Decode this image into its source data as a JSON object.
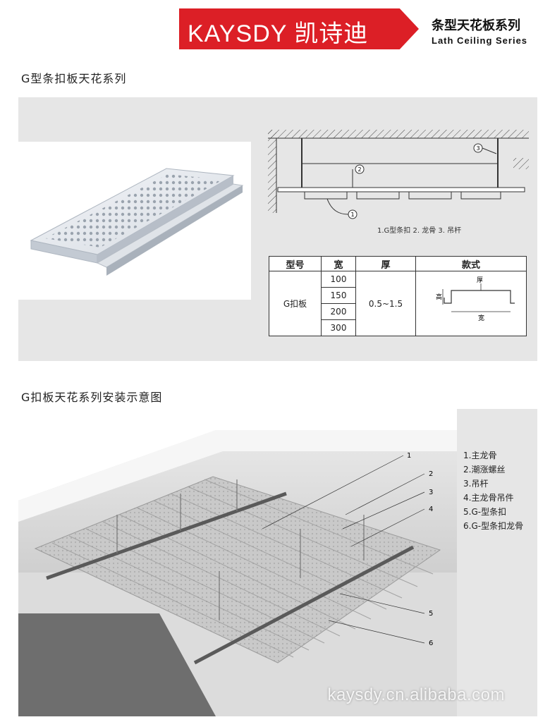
{
  "header": {
    "brand_name": "KAYSDY 凯诗迪",
    "series_cn": "条型天花板系列",
    "series_en": "Lath Ceiling Series",
    "brand_color": "#dc1f26"
  },
  "section1": {
    "title": "G型条扣板天花系列",
    "diagram": {
      "callouts": [
        "1",
        "2",
        "3"
      ],
      "legend": "1.G型条扣   2. 龙骨   3. 吊杆"
    },
    "spec_table": {
      "headers": [
        "型号",
        "宽",
        "厚",
        "款式"
      ],
      "model": "G扣板",
      "widths": [
        "100",
        "150",
        "200",
        "300"
      ],
      "thickness": "0.5~1.5",
      "profile_labels": {
        "height": "高",
        "thickness": "厚",
        "width": "宽"
      }
    }
  },
  "section2": {
    "title": "G扣板天花系列安装示意图",
    "callout_numbers": [
      "1",
      "2",
      "3",
      "4",
      "5",
      "6"
    ],
    "legend_items": [
      "1.主龙骨",
      "2.潮涨螺丝",
      "3.吊杆",
      "4.主龙骨吊件",
      "5.G-型条扣",
      "6.G-型条扣龙骨"
    ]
  },
  "watermark": "kaysdy.cn.alibaba.com"
}
